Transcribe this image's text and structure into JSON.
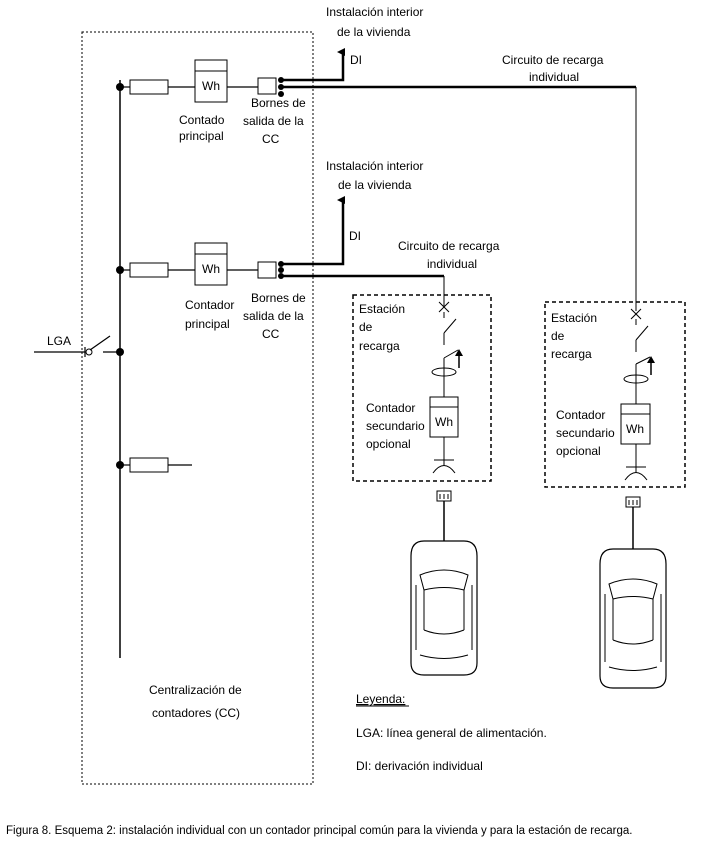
{
  "labels": {
    "inst_top_1": "Instalación interior",
    "inst_top_2": "de  la vivienda",
    "di_top": "DI",
    "circ_right_1": "Circuito de recarga",
    "circ_right_2": "individual",
    "wh": "Wh",
    "cont_top_1": "Contado",
    "cont_top_2": "principal",
    "bornes_1": "Bornes de",
    "bornes_2": "salida de la",
    "bornes_3": "CC",
    "inst_mid_1": "Instalación interior",
    "inst_mid_2": "de  la vivienda",
    "di_mid": "DI",
    "circ_mid_1": "Circuito de recarga",
    "circ_mid_2": "individual",
    "cont_mid_1": "Contador",
    "cont_mid_2": "principal",
    "lga": "LGA",
    "estacion_1": "Estación",
    "estacion_2": "de",
    "estacion_3": "recarga",
    "sec_1": "Contador",
    "sec_2": "secundario",
    "sec_3": "opcional",
    "cc_1": "Centralización de",
    "cc_2": "contadores (CC)",
    "legend_title": "Leyenda:",
    "legend_lga": "LGA: línea general de alimentación.",
    "legend_di": "DI: derivación individual"
  },
  "caption": "Figura 8. Esquema 2: instalación individual con un contador principal común para la vivienda y para la estación de recarga."
}
